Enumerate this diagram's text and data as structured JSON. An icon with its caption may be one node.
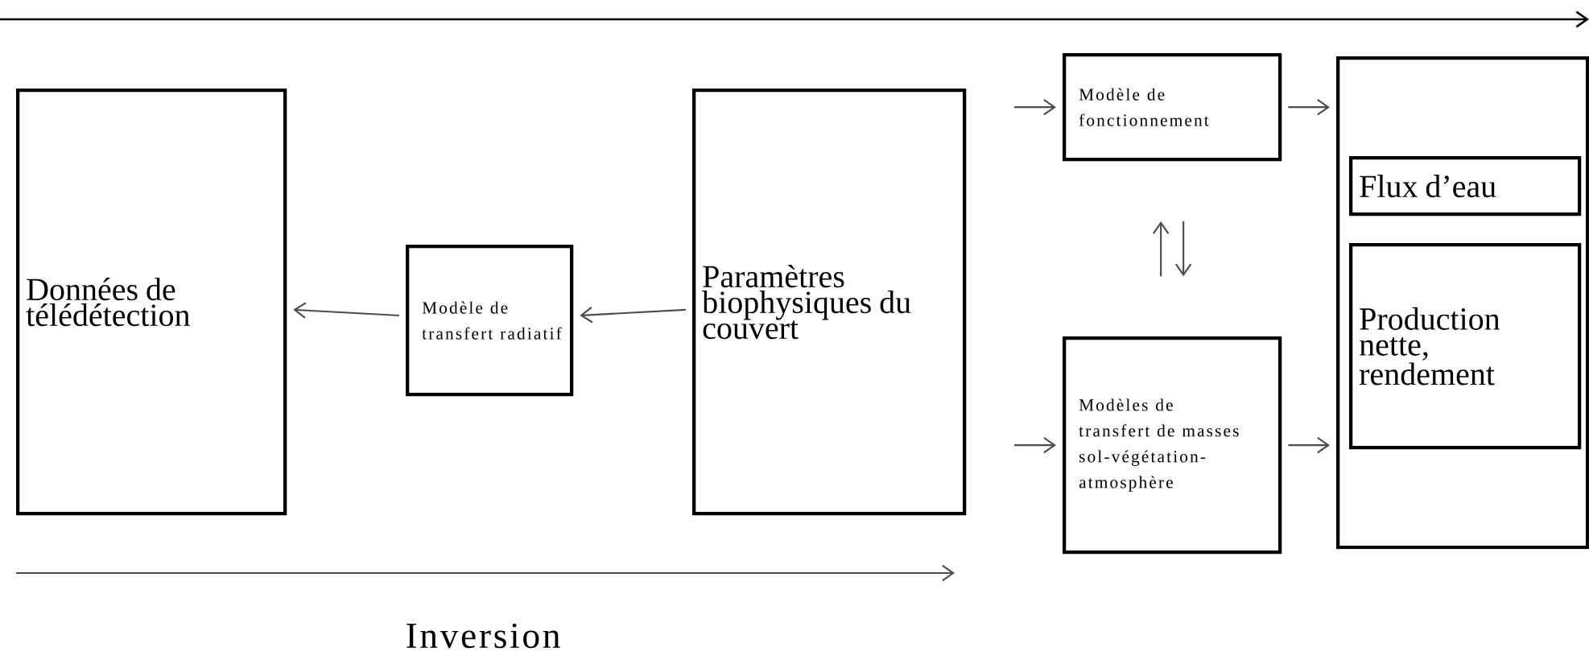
{
  "diagram": {
    "nodes": [
      {
        "text": [
          "Données de télédétection"
        ]
      },
      {
        "text": [
          "Modèle de transfert radiatif"
        ]
      },
      {
        "text": [
          "Paramètres biophysiques du couvert"
        ]
      },
      {
        "text": [
          "Modèle de fonctionnement"
        ]
      },
      {
        "text": [
          "Modèles de transfert de masses sol-végétation-atmosphère"
        ]
      },
      {
        "text": [],
        "shape": "box"
      },
      {
        "text": [
          "Flux d’eau"
        ],
        "in": 5
      },
      {
        "text": [
          "Production nette, rendement"
        ],
        "in": 5
      }
    ],
    "edges": [
      {
        "from": 2,
        "to": 1,
        "arrow": "to"
      },
      {
        "from": 1,
        "to": 0,
        "arrow": "to"
      },
      {
        "from": null,
        "to": 3,
        "arrow": "to"
      },
      {
        "from": null,
        "to": 4,
        "arrow": "to"
      },
      {
        "from": 4,
        "to": 3,
        "arrow": "to"
      },
      {
        "from": 3,
        "to": 4,
        "arrow": "to"
      },
      {
        "from": 3,
        "to": 5,
        "arrow": "to"
      },
      {
        "from": 4,
        "to": 5,
        "arrow": "to"
      }
    ],
    "labels": [
      "Inversion"
    ]
  }
}
